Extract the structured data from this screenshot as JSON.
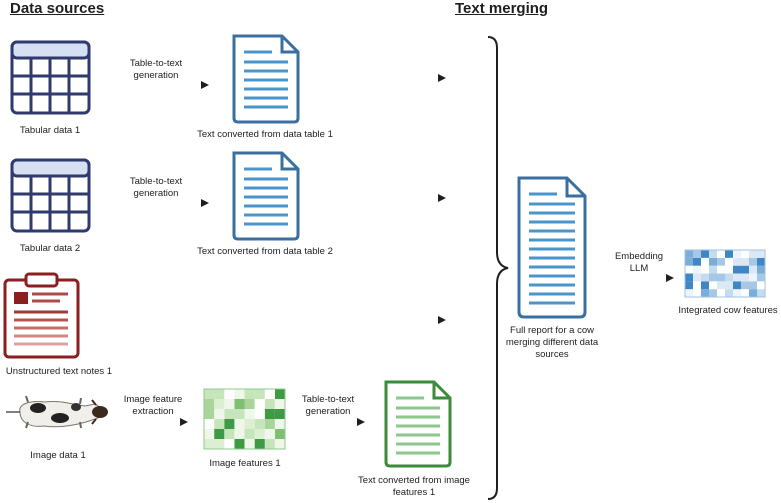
{
  "headings": {
    "data_sources": "Data sources",
    "text_merging": "Text merging"
  },
  "sources": {
    "tabular1": "Tabular data 1",
    "tabular2": "Tabular data 2",
    "unstructured": "Unstructured text notes 1",
    "image": "Image data 1"
  },
  "steps": {
    "table_to_text_1": "Table-to-text generation",
    "table_to_text_2": "Table-to-text generation",
    "image_feature_extraction": "Image feature extraction",
    "table_to_text_3": "Table-to-text generation",
    "embedding": "Embedding LLM"
  },
  "outputs": {
    "text_table1": "Text converted from data table 1",
    "text_table2": "Text converted from data table 2",
    "image_features": "Image features 1",
    "text_image": "Text converted from image features 1",
    "full_report": "Full report for a cow merging different data sources",
    "integrated": "Integrated cow features"
  },
  "colors": {
    "table_blue": "#2f3a6e",
    "doc_blue": "#3b6fa0",
    "line_blue": "#4a95cc",
    "notes_red": "#8b1e1e",
    "green": "#3d8a3d",
    "arrow": "#1f1f1f"
  }
}
